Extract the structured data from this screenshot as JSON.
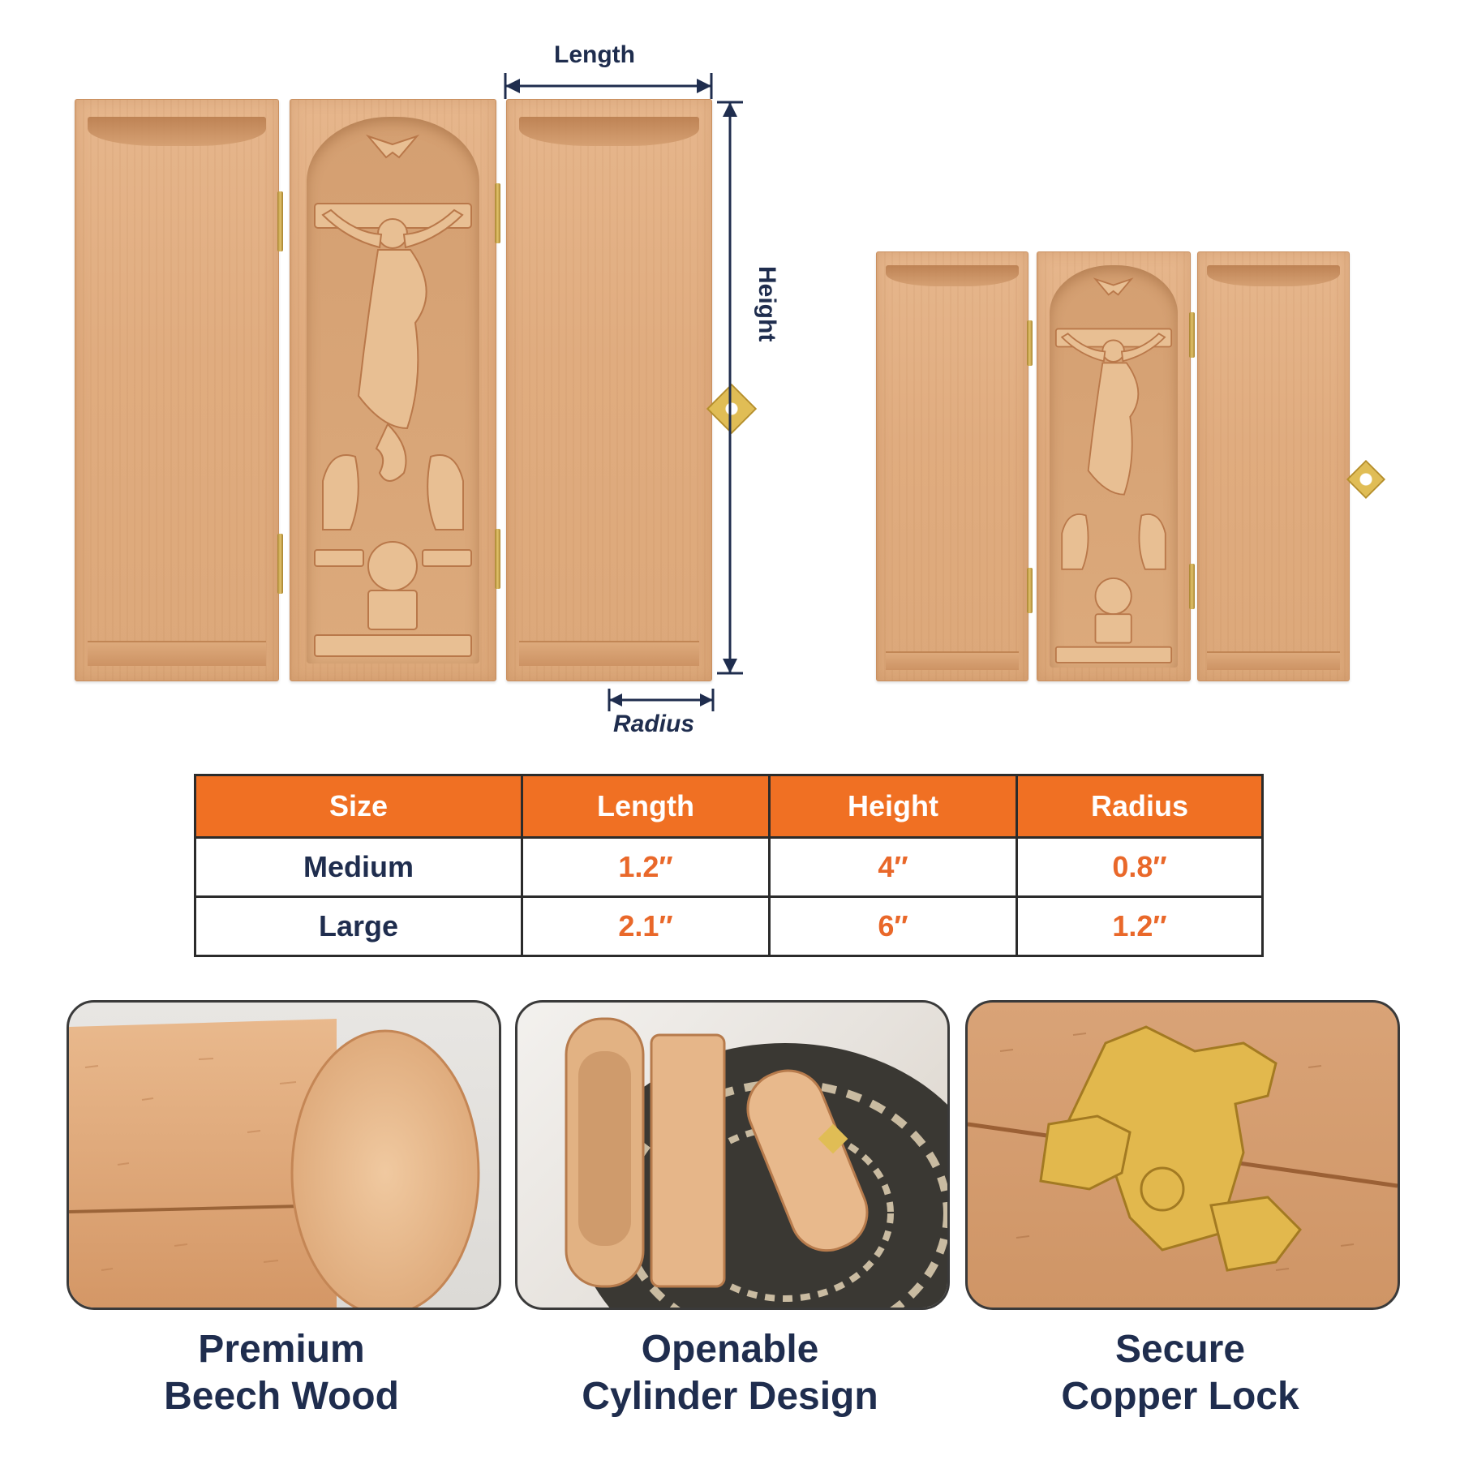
{
  "dimensions": {
    "length_label": "Length",
    "height_label": "Height",
    "radius_label": "Radius"
  },
  "size_table": {
    "headers": [
      "Size",
      "Length",
      "Height",
      "Radius"
    ],
    "rows": [
      {
        "size": "Medium",
        "length": "1.2″",
        "height": "4″",
        "radius": "0.8″"
      },
      {
        "size": "Large",
        "length": "2.1″",
        "height": "6″",
        "radius": "1.2″"
      }
    ]
  },
  "features": [
    {
      "line1": "Premium",
      "line2": "Beech Wood"
    },
    {
      "line1": "Openable",
      "line2": "Cylinder Design"
    },
    {
      "line1": "Secure",
      "line2": "Copper Lock"
    }
  ],
  "colors": {
    "header_orange": "#f07023",
    "value_orange": "#e9682a",
    "navy_text": "#1f2d4e",
    "wood": "#e0ac7f",
    "brass": "#e0bd55"
  },
  "icons": [
    "wooden-triptych-large",
    "wooden-triptych-medium",
    "beech-wood-photo",
    "open-cylinder-photo",
    "copper-lock-photo"
  ]
}
